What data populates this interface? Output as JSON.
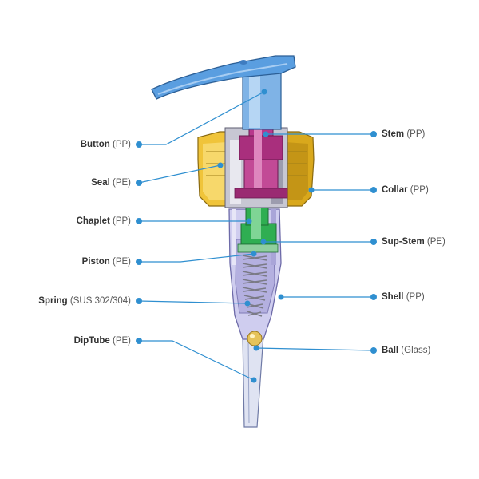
{
  "colors": {
    "leader": "#2f8fd0",
    "dot": "#2f8fd0",
    "button": "#4a8fd6",
    "stem": "#a92f7d",
    "collar": "#e8b720",
    "piston_green": "#2fae52",
    "shell": "#b9b6e3",
    "tube": "#c9cee8",
    "ball": "#e0c060"
  },
  "labels": [
    {
      "id": "button",
      "name": "Button",
      "material": "(PP)"
    },
    {
      "id": "seal",
      "name": "Seal",
      "material": "(PE)"
    },
    {
      "id": "chaplet",
      "name": "Chaplet",
      "material": "(PP)"
    },
    {
      "id": "piston",
      "name": "Piston",
      "material": "(PE)"
    },
    {
      "id": "spring",
      "name": "Spring",
      "material": "(SUS 302/304)"
    },
    {
      "id": "diptube",
      "name": "DipTube",
      "material": "(PE)"
    },
    {
      "id": "stem",
      "name": "Stem",
      "material": "(PP)"
    },
    {
      "id": "collar",
      "name": "Collar",
      "material": "(PP)"
    },
    {
      "id": "supstem",
      "name": "Sup-Stem",
      "material": "(PE)"
    },
    {
      "id": "shell",
      "name": "Shell",
      "material": "(PP)"
    },
    {
      "id": "ball",
      "name": "Ball",
      "material": "(Glass)"
    }
  ]
}
